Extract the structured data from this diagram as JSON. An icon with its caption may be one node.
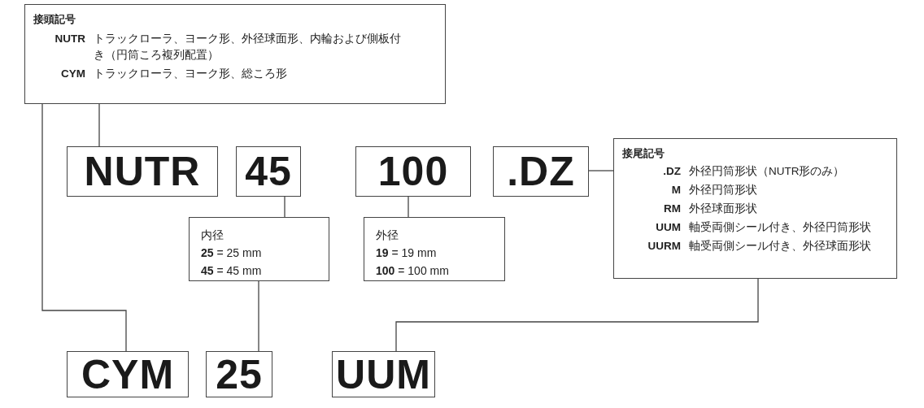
{
  "diagram": {
    "nodes": [
      {
        "text": [
          "接頭記号",
          "NUTR",
          "トラックローラ、ヨーク形、外径球面形、内輪および側板付き（円筒ころ複列配置）",
          "CYM",
          "トラックローラ、ヨーク形、総ころ形"
        ]
      },
      {
        "text": [
          "NUTR"
        ]
      },
      {
        "text": [
          "45"
        ]
      },
      {
        "text": [
          "100"
        ]
      },
      {
        "text": [
          ".DZ"
        ]
      },
      {
        "text": [
          "接尾記号",
          ".DZ",
          "外径円筒形状（NUTR形のみ）",
          "M",
          "外径円筒形状",
          "RM",
          "外径球面形状",
          "UUM",
          "軸受両側シール付き、外径円筒形状",
          "UURM",
          "軸受両側シール付き、外径球面形状"
        ]
      },
      {
        "text": [
          "内径",
          "**25** = 25 mm",
          "**45** = 45 mm"
        ]
      },
      {
        "text": [
          "外径",
          "**19** = 19 mm",
          "**100** = 100 mm"
        ]
      },
      {
        "text": [
          "CYM"
        ]
      },
      {
        "text": [
          "25"
        ]
      },
      {
        "text": [
          "UUM"
        ]
      }
    ],
    "edges": [
      {
        "from": 0,
        "to": 1,
        "arrow": "none"
      },
      {
        "from": 0,
        "to": 8,
        "arrow": "none"
      },
      {
        "from": 2,
        "to": 6,
        "arrow": "none"
      },
      {
        "from": 3,
        "to": 7,
        "arrow": "none"
      },
      {
        "from": 4,
        "to": 5,
        "arrow": "none"
      },
      {
        "from": 6,
        "to": 9,
        "arrow": "none"
      },
      {
        "from": 5,
        "to": 10,
        "arrow": "none"
      }
    ]
  }
}
